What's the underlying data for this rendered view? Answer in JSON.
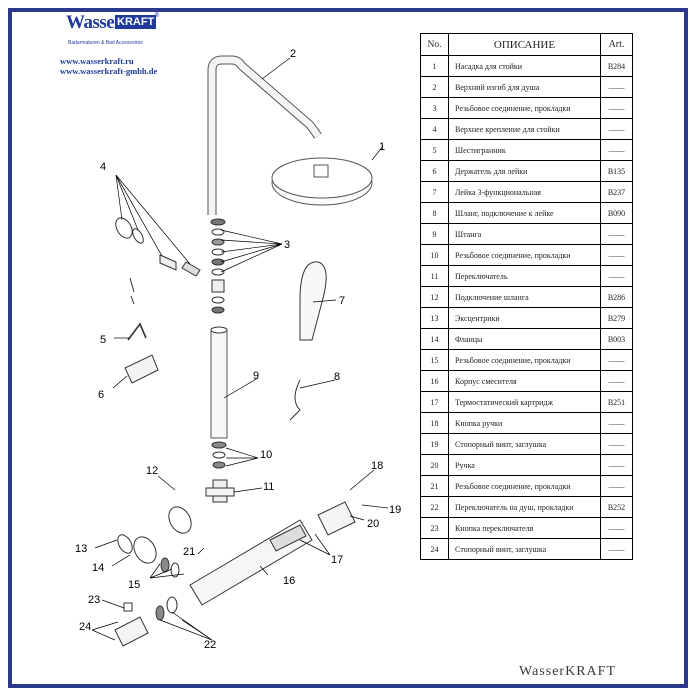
{
  "brand": {
    "logo_left": "Wasser",
    "logo_right": "KRAFT",
    "registered": "®",
    "tagline": "Badarmaturen & Bad Accessoires",
    "url_ru": "www.wasserkraft.ru",
    "url_de": "www.wasserkraft-gmbh.de",
    "footer_left": "Wasser",
    "footer_right": "KRAFT"
  },
  "colors": {
    "frame": "#2b3a8c",
    "brand_blue": "#1f3a9a"
  },
  "table": {
    "headers": {
      "no": "No.",
      "description": "ОПИСАНИЕ",
      "art": "Art."
    },
    "rows": [
      {
        "no": "1",
        "description": "Насадка для стойки",
        "art": "B284"
      },
      {
        "no": "2",
        "description": "Верхний изгиб для душа",
        "art": "——"
      },
      {
        "no": "3",
        "description": "Резьбовое соединение, прокладки",
        "art": "——"
      },
      {
        "no": "4",
        "description": "Верхнее крепление для стойки",
        "art": "——"
      },
      {
        "no": "5",
        "description": "Шестигранник",
        "art": "——"
      },
      {
        "no": "6",
        "description": "Держатель для лейки",
        "art": "B135"
      },
      {
        "no": "7",
        "description": "Лейка 3-функциональная",
        "art": "B237"
      },
      {
        "no": "8",
        "description": "Шланг, подключение к лейке",
        "art": "B090"
      },
      {
        "no": "9",
        "description": "Штанга",
        "art": "——"
      },
      {
        "no": "10",
        "description": "Резьбовое соединение, прокладки",
        "art": "——"
      },
      {
        "no": "11",
        "description": "Переключатель",
        "art": "——"
      },
      {
        "no": "12",
        "description": "Подключение шланга",
        "art": "B286"
      },
      {
        "no": "13",
        "description": "Эксцентрики",
        "art": "B279"
      },
      {
        "no": "14",
        "description": "Фланцы",
        "art": "B003"
      },
      {
        "no": "15",
        "description": "Резьбовое соединение, прокладки",
        "art": "——"
      },
      {
        "no": "16",
        "description": "Корпус смесителя",
        "art": "——"
      },
      {
        "no": "17",
        "description": "Термостатический картридж",
        "art": "B251"
      },
      {
        "no": "18",
        "description": "Кнопка ручки",
        "art": "——"
      },
      {
        "no": "19",
        "description": "Стопорный винт, заглушка",
        "art": "——"
      },
      {
        "no": "20",
        "description": "Ручка",
        "art": "——"
      },
      {
        "no": "21",
        "description": "Резьбовое соединение, прокладки",
        "art": "——"
      },
      {
        "no": "22",
        "description": "Переключатель на душ, прокладки",
        "art": "B252"
      },
      {
        "no": "23",
        "description": "Кнопка переключателя",
        "art": "——"
      },
      {
        "no": "24",
        "description": "Стопорный винт, заглушка",
        "art": "——"
      }
    ]
  },
  "diagram_labels": [
    "1",
    "2",
    "3",
    "4",
    "5",
    "6",
    "7",
    "8",
    "9",
    "10",
    "11",
    "12",
    "13",
    "14",
    "15",
    "16",
    "17",
    "18",
    "19",
    "20",
    "21",
    "22",
    "23",
    "24"
  ]
}
